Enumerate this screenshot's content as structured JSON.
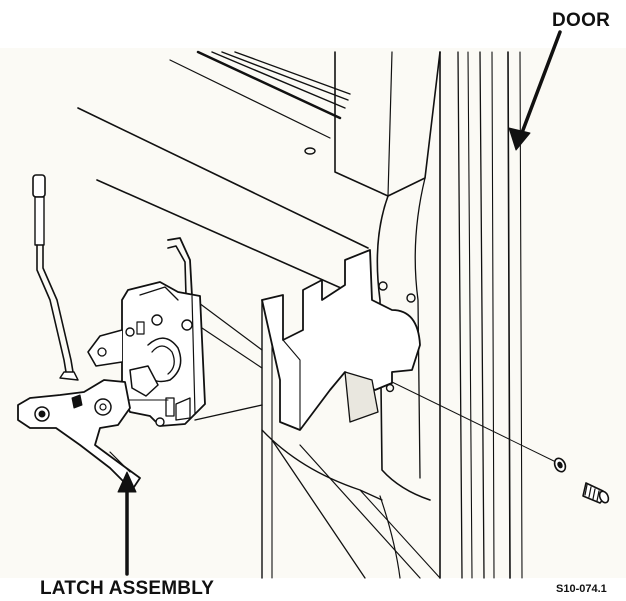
{
  "labels": {
    "door": "DOOR",
    "latch_assembly": "LATCH ASSEMBLY",
    "figure_id": "S10-074.1"
  },
  "colors": {
    "line": "#111111",
    "paper": "#fbfaf5",
    "shade": "#e9e7df"
  }
}
